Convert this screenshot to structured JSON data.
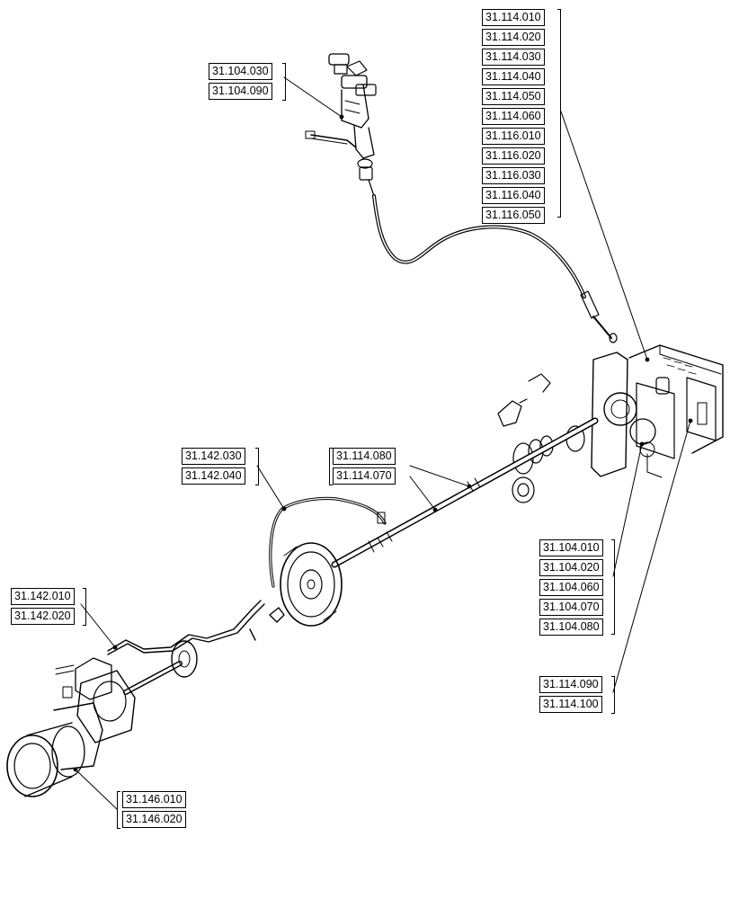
{
  "callouts": {
    "top_left": [
      "31.104.030",
      "31.104.090"
    ],
    "top_right": [
      "31.114.010",
      "31.114.020",
      "31.114.030",
      "31.114.040",
      "31.114.050",
      "31.114.060",
      "31.116.010",
      "31.116.020",
      "31.116.030",
      "31.116.040",
      "31.116.050"
    ],
    "shaft_top": [
      "31.114.080",
      "31.114.070"
    ],
    "pipe": [
      "31.142.030",
      "31.142.040"
    ],
    "right_mid": [
      "31.104.010",
      "31.104.020",
      "31.104.060",
      "31.104.070",
      "31.104.080"
    ],
    "right_low": [
      "31.114.090",
      "31.114.100"
    ],
    "left_mid": [
      "31.142.010",
      "31.142.020"
    ],
    "bottom_left": [
      "31.146.010",
      "31.146.020"
    ]
  }
}
